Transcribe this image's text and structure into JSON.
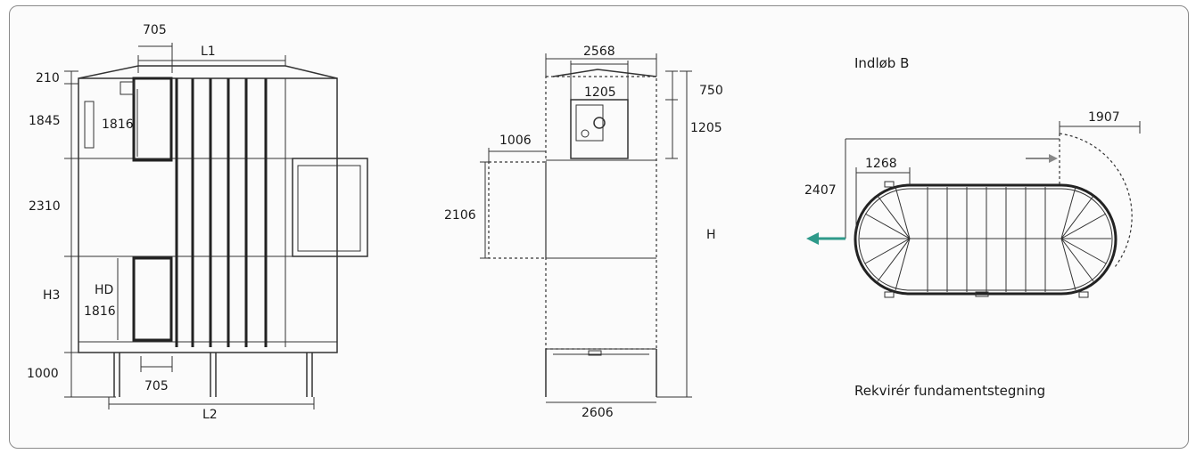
{
  "front_view": {
    "dim_top_705": "705",
    "dim_l1": "L1",
    "dim_210": "210",
    "dim_1845": "1845",
    "dim_1816_top": "1816",
    "dim_2310": "2310",
    "dim_h3": "H3",
    "dim_hd": "HD",
    "dim_1816_bottom": "1816",
    "dim_1000": "1000",
    "dim_bottom_705": "705",
    "dim_l2": "L2"
  },
  "side_view": {
    "dim_2568": "2568",
    "dim_1205_top": "1205",
    "dim_750": "750",
    "dim_1205_right": "1205",
    "dim_1006": "1006",
    "dim_2106": "2106",
    "dim_h": "H",
    "dim_2606": "2606"
  },
  "stair_view": {
    "title": "Indløb B",
    "dim_1907": "1907",
    "dim_1268": "1268",
    "dim_2407": "2407",
    "note": "Rekvirér fundamentstegning",
    "arrow_color": "#2e9a8a"
  }
}
